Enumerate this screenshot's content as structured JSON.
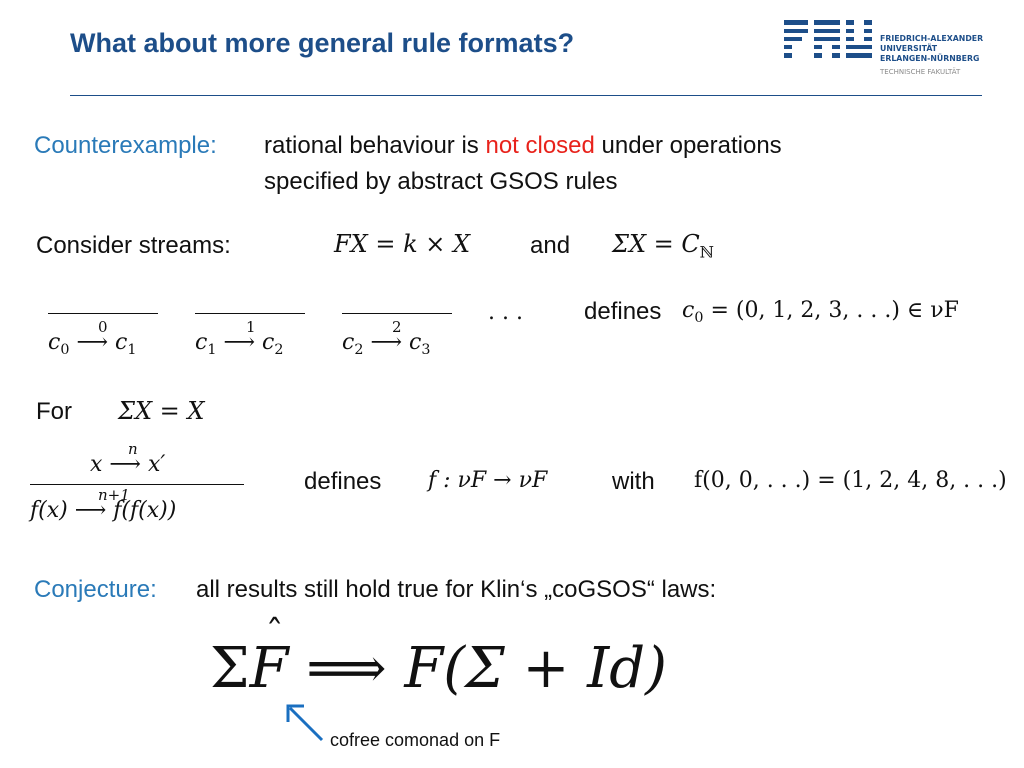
{
  "slide": {
    "title": "What about more general rule formats?"
  },
  "logo": {
    "university_line1": "FRIEDRICH-ALEXANDER",
    "university_line2": "UNIVERSITÄT",
    "university_line3": "ERLANGEN-NÜRNBERG",
    "faculty": "TECHNISCHE FAKULTÄT",
    "brand_color": "#1d4e89"
  },
  "counterexample": {
    "label": "Counterexample:",
    "line1_pre": "rational behaviour is",
    "line1_red": "not closed",
    "line1_post": "under operations",
    "line2": "specified by abstract GSOS rules"
  },
  "streams": {
    "label": "Consider streams:",
    "formula_F": "FX = k × X",
    "and": "and",
    "formula_Sigma": "ΣX = C",
    "sigma_sub": "ℕ"
  },
  "rules": {
    "labels": [
      "0",
      "1",
      "2"
    ],
    "sources": [
      "c",
      "c",
      "c"
    ],
    "source_subs": [
      "0",
      "1",
      "2"
    ],
    "targets": [
      "c",
      "c",
      "c"
    ],
    "target_subs": [
      "1",
      "2",
      "3"
    ],
    "dots": ". . .",
    "defines": "defines",
    "result": "= (0, 1, 2, 3, . . .) ∈ νF",
    "result_var": "c",
    "result_sub": "0"
  },
  "for_section": {
    "label": "For",
    "formula": "ΣX = X",
    "premise_x": "x",
    "premise_label": "n",
    "premise_target": "x′",
    "conclusion_source": "f(x)",
    "conclusion_label": "n+1",
    "conclusion_target": "f(f(x))",
    "defines": "defines",
    "f_formula": "f : νF → νF",
    "with": "with",
    "f_value": "f(0, 0, . . .) = (1, 2, 4, 8, . . .)"
  },
  "conjecture": {
    "label": "Conjecture:",
    "text": "all results still hold true for Klin‘s „coGSOS“ laws:",
    "formula_left": "Σ",
    "formula_F": "F",
    "formula_arrow": "⟹",
    "formula_right": "F(Σ + Id)",
    "annotation": "cofree comonad on F",
    "annotation_color": "#1a6fc0"
  }
}
